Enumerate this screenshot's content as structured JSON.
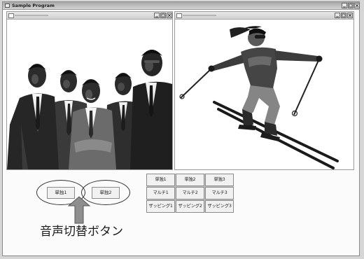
{
  "window": {
    "title": "Sample Program"
  },
  "solo_buttons": [
    {
      "label": "単独1"
    },
    {
      "label": "単独2"
    }
  ],
  "callout": {
    "label": "音声切替ボタン"
  },
  "mode_grid": {
    "rows": [
      [
        "単独1",
        "単独2",
        "単独3"
      ],
      [
        "マルチ1",
        "マルチ2",
        "マルチ3"
      ],
      [
        "ザッピング1",
        "ザッピング2",
        "ザッピング3"
      ]
    ]
  },
  "icons": {
    "app": "app-icon",
    "minimize": "minimize-icon",
    "maximize": "maximize-icon",
    "close": "close-icon",
    "arrow": "up-arrow-icon"
  },
  "colors": {
    "frame": "#8a8a8a",
    "arrow": "#8e8e8e"
  }
}
